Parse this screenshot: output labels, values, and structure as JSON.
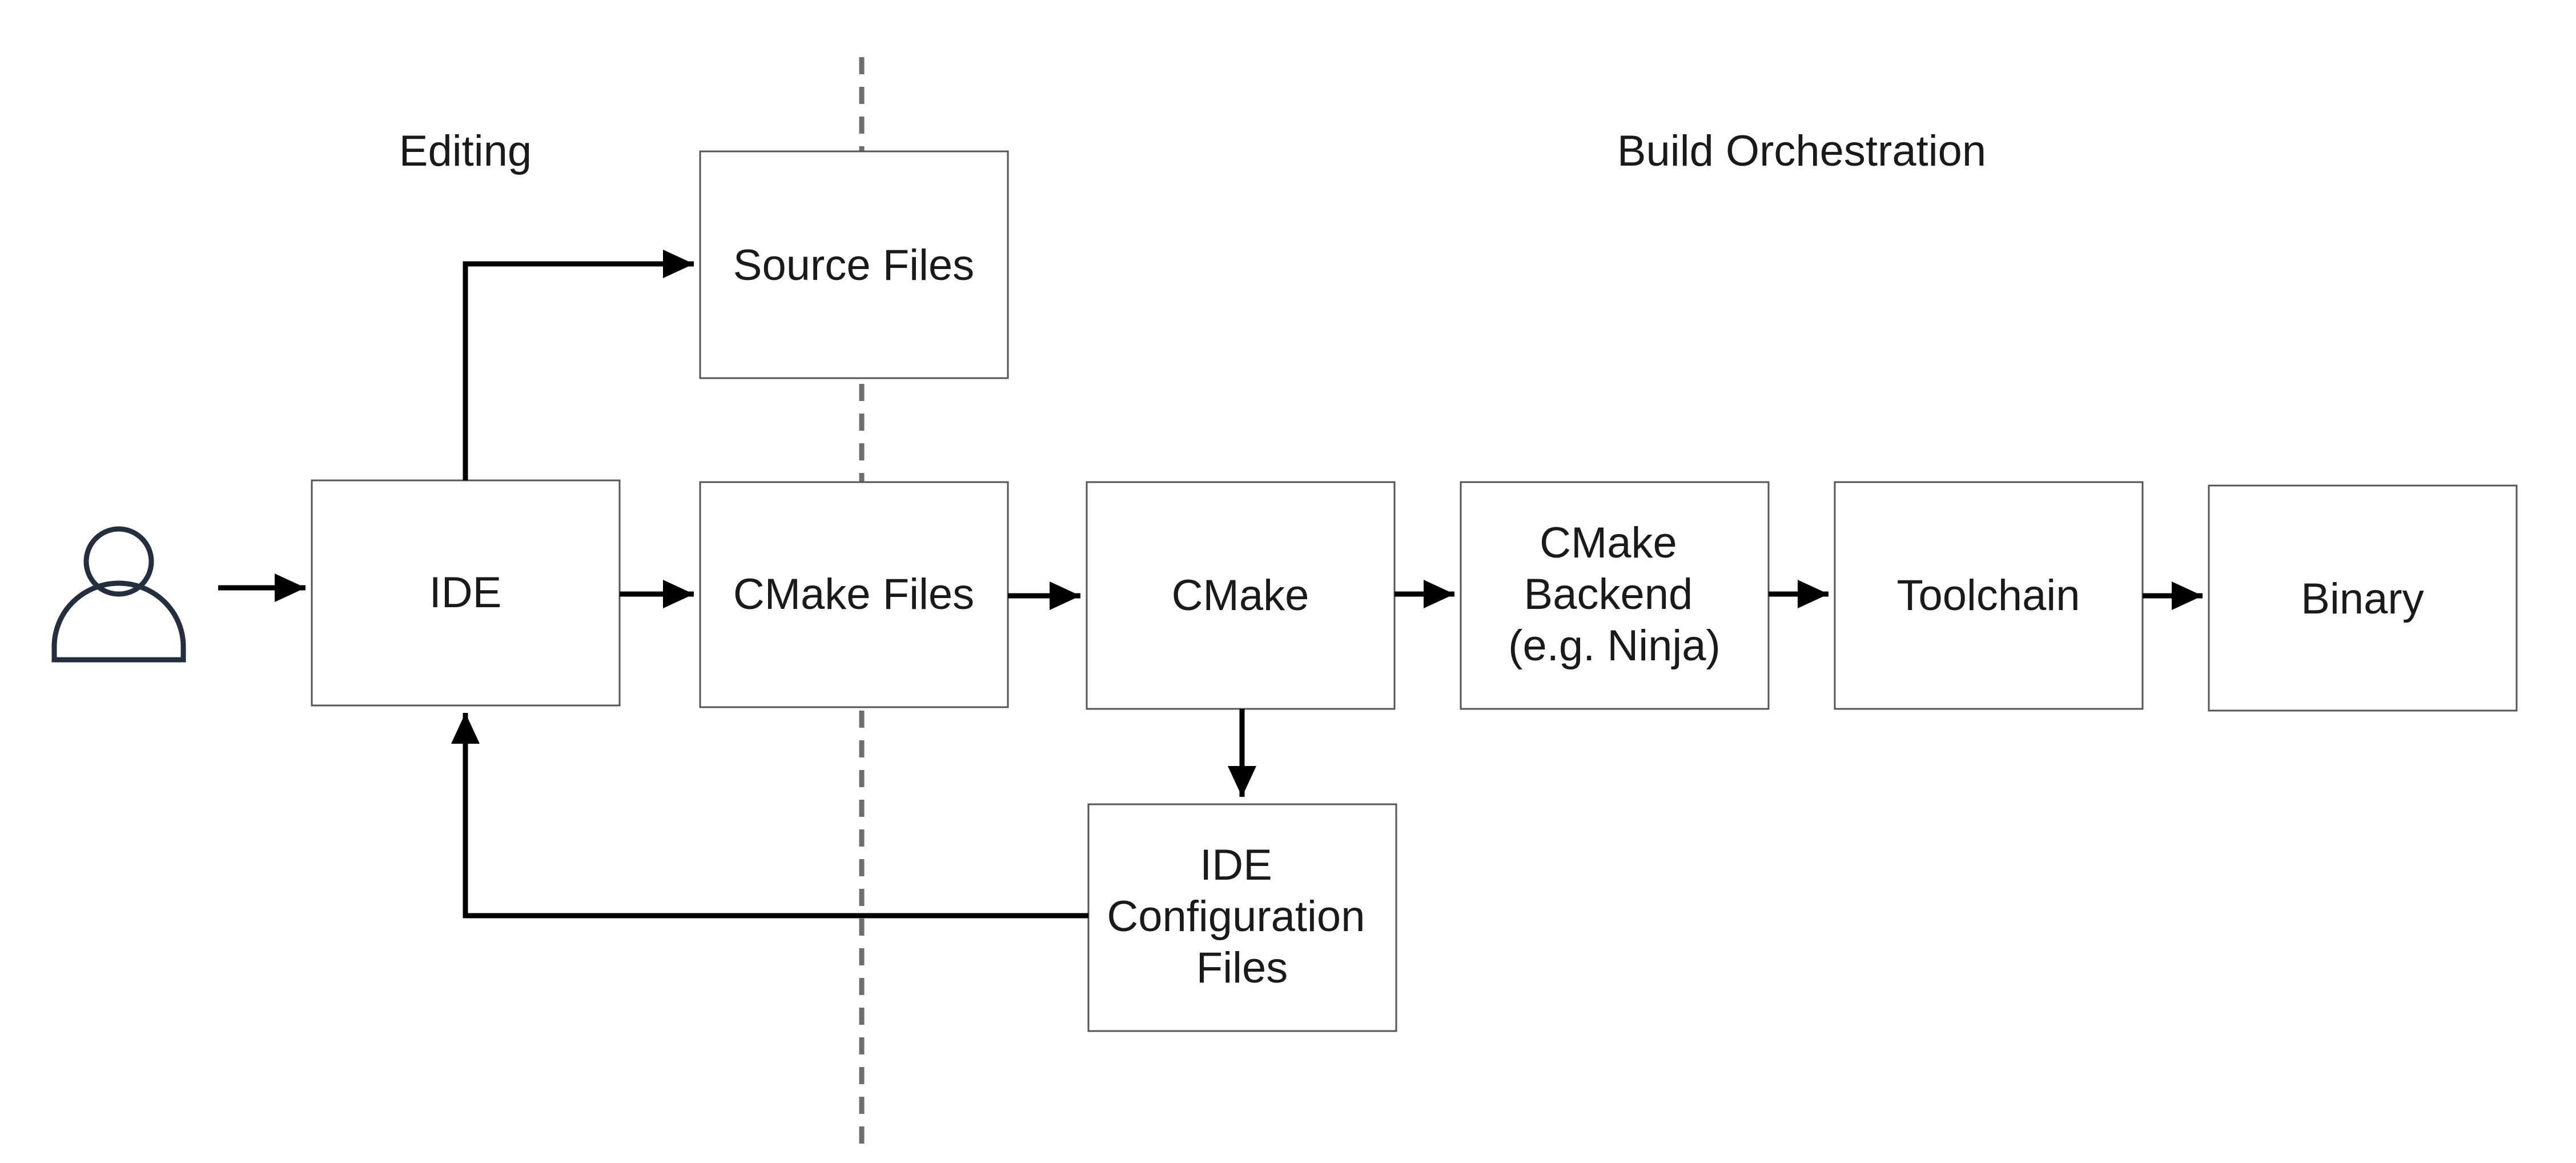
{
  "sections": {
    "left": "Editing",
    "right": "Build Orchestration"
  },
  "nodes": {
    "ide": [
      "IDE"
    ],
    "source_files": [
      "Source Files"
    ],
    "cmake_files": [
      "CMake Files"
    ],
    "cmake": [
      "CMake"
    ],
    "cmake_backend": [
      "CMake",
      "Backend",
      "(e.g. Ninja)"
    ],
    "toolchain": [
      "Toolchain"
    ],
    "binary": [
      "Binary"
    ],
    "ide_config": [
      "IDE",
      "Configuration",
      "Files"
    ]
  },
  "icons": {
    "user": "user-icon"
  },
  "colors": {
    "box_border": "#555555",
    "divider": "#6e6e6e",
    "user_icon": "#232f3e",
    "arrow": "#000000"
  }
}
